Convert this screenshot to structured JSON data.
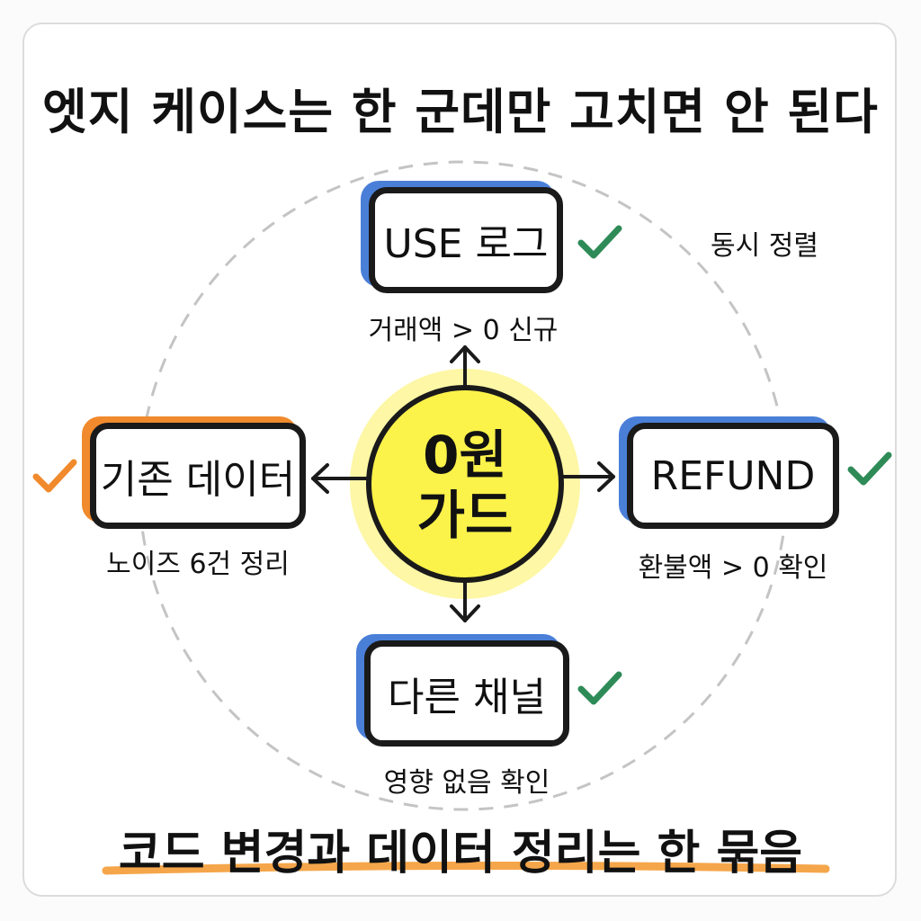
{
  "title": "엣지 케이스는 한 군데만 고치면 안 된다",
  "center": {
    "line1": "0원",
    "line2": "가드"
  },
  "nodes": {
    "use_log": {
      "label": "USE 로그",
      "note": "거래액 > 0 신규"
    },
    "refund": {
      "label": "REFUND",
      "note": "환불액 > 0 확인"
    },
    "other_channel": {
      "label": "다른 채널",
      "note": "영향 없음 확인"
    },
    "existing_data": {
      "label": "기존 데이터",
      "note": "노이즈 6건 정리"
    }
  },
  "ring_label": "동시 정렬",
  "subtitle": "코드 변경과 데이터 정리는 한 묶음",
  "colors": {
    "blue": "#4a7fd8",
    "orange": "#f08a2c",
    "green_check": "#2e8b57",
    "orange_check": "#f08a2c",
    "center_fill": "#fbf24a",
    "center_glow": "#fdf7a6",
    "underline": "#f5a64a"
  }
}
